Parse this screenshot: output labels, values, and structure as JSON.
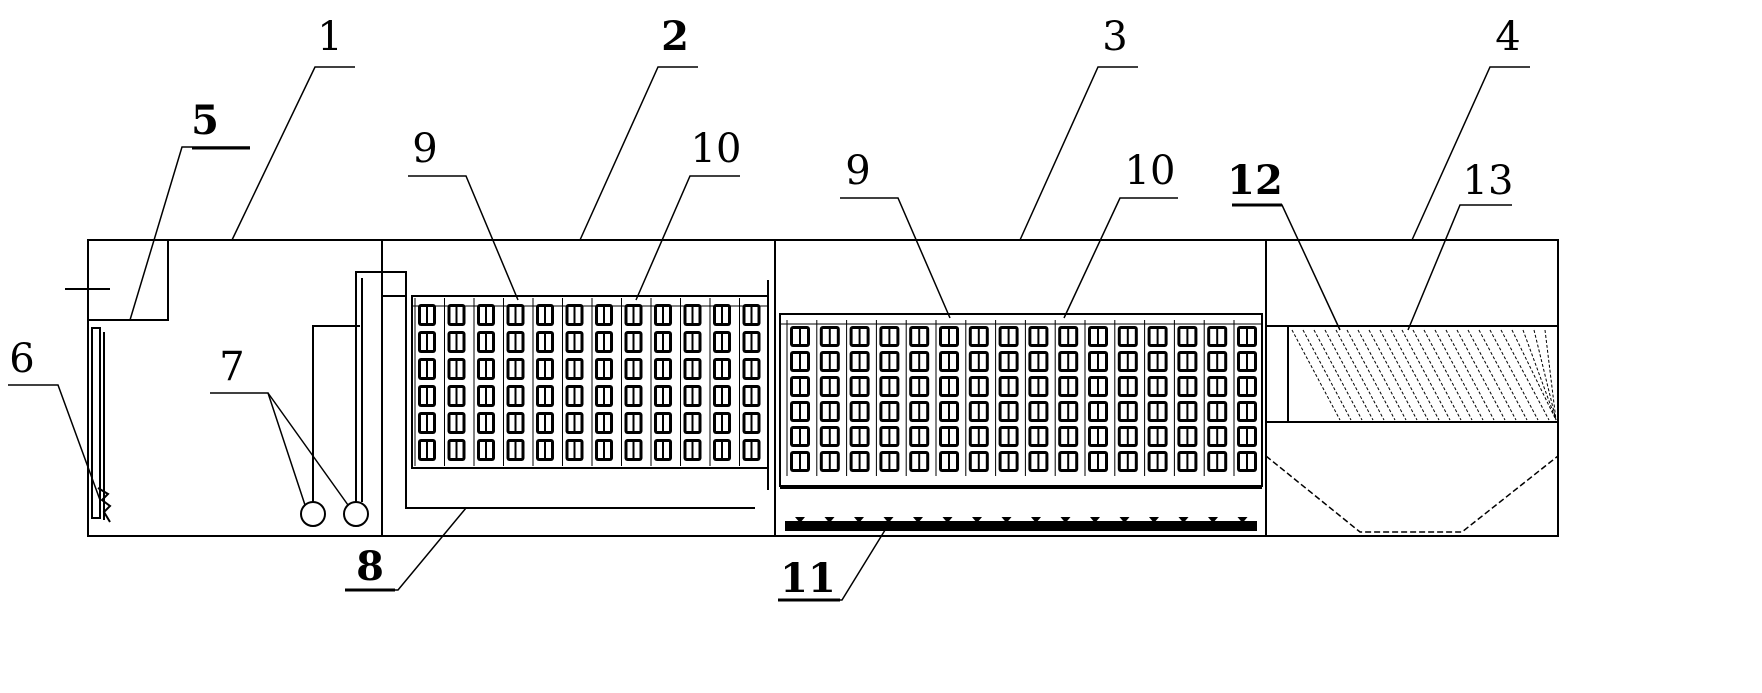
{
  "labels": {
    "l1": "1",
    "l2": "2",
    "l3": "3",
    "l4": "4",
    "l5": "5",
    "l6": "6",
    "l7": "7",
    "l8": "8",
    "l9a": "9",
    "l10a": "10",
    "l9b": "9",
    "l10b": "10",
    "l11": "11",
    "l12": "12",
    "l13": "13"
  }
}
